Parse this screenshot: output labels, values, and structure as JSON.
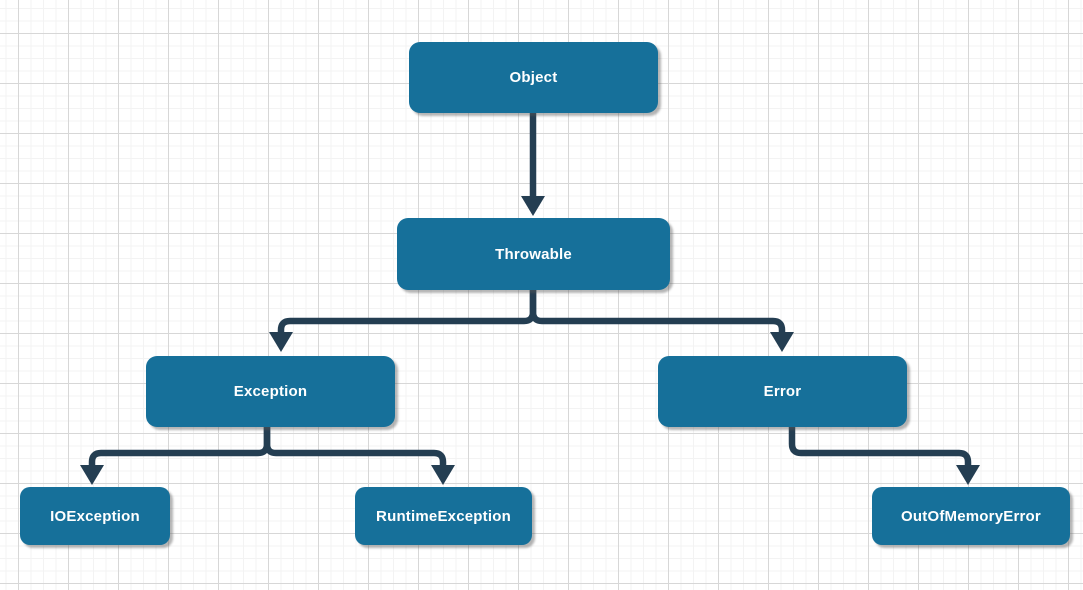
{
  "diagram": {
    "type": "class-hierarchy-tree",
    "nodes": [
      {
        "id": "object",
        "label": "Object"
      },
      {
        "id": "throwable",
        "label": "Throwable"
      },
      {
        "id": "exception",
        "label": "Exception"
      },
      {
        "id": "error",
        "label": "Error"
      },
      {
        "id": "ioexception",
        "label": "IOException"
      },
      {
        "id": "runtimeexception",
        "label": "RuntimeException"
      },
      {
        "id": "outofmemoryerror",
        "label": "OutOfMemoryError"
      }
    ],
    "edges": [
      {
        "from": "Object",
        "to": "Throwable",
        "arrow": "down"
      },
      {
        "from": "Throwable",
        "to": "Exception",
        "arrow": "down"
      },
      {
        "from": "Throwable",
        "to": "Error",
        "arrow": "down"
      },
      {
        "from": "Exception",
        "to": "IOException",
        "arrow": "down"
      },
      {
        "from": "Exception",
        "to": "RuntimeException",
        "arrow": "down"
      },
      {
        "from": "Error",
        "to": "OutOfMemoryError",
        "arrow": "down"
      }
    ],
    "colors": {
      "node_fill": "#16709a",
      "node_text": "#ffffff",
      "edge": "#243e52",
      "grid_minor": "#f3f3f3",
      "grid_major": "#d7d7d7",
      "bg": "#ffffff"
    }
  }
}
